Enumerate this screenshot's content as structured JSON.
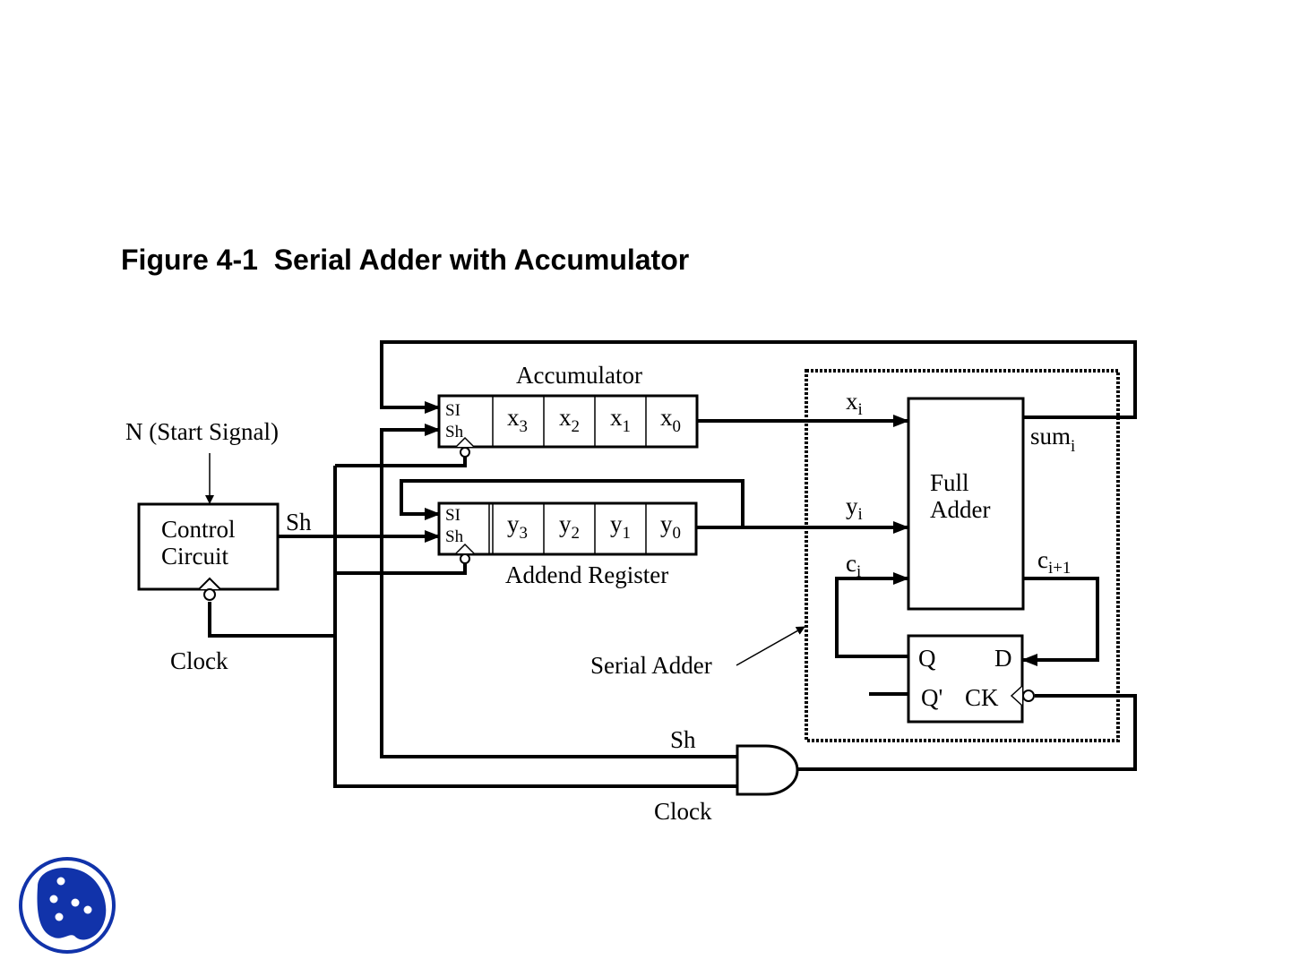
{
  "figure": {
    "title": "Figure 4-1  Serial Adder with Accumulator"
  },
  "labels": {
    "n_start": "N (Start Signal)",
    "sh_control": "Sh",
    "clock_control": "Clock",
    "accumulator": "Accumulator",
    "addend_register": "Addend Register",
    "full_adder_line1": "Full",
    "full_adder_line2": "Adder",
    "control_line1": "Control",
    "control_line2": "Circuit",
    "serial_adder": "Serial Adder",
    "sh_gate": "Sh",
    "clock_gate": "Clock",
    "si": "SI",
    "sh_port": "Sh",
    "ff_q": "Q",
    "ff_d": "D",
    "ff_qbar": "Q'",
    "ff_ck": "CK"
  },
  "accumulator_bits": [
    {
      "base": "x",
      "sub": "3"
    },
    {
      "base": "x",
      "sub": "2"
    },
    {
      "base": "x",
      "sub": "1"
    },
    {
      "base": "x",
      "sub": "0"
    }
  ],
  "addend_bits": [
    {
      "base": "y",
      "sub": "3"
    },
    {
      "base": "y",
      "sub": "2"
    },
    {
      "base": "y",
      "sub": "1"
    },
    {
      "base": "y",
      "sub": "0"
    }
  ],
  "signals": {
    "xi": {
      "base": "x",
      "sub": "i"
    },
    "yi": {
      "base": "y",
      "sub": "i"
    },
    "ci": {
      "base": "c",
      "sub": "i"
    },
    "ci1": {
      "base": "c",
      "sub": "i+1"
    },
    "sumi": {
      "base": "sum",
      "sub": "i"
    }
  },
  "colors": {
    "logo": "#1133aa"
  },
  "logo_icon": "blob-logo-icon"
}
